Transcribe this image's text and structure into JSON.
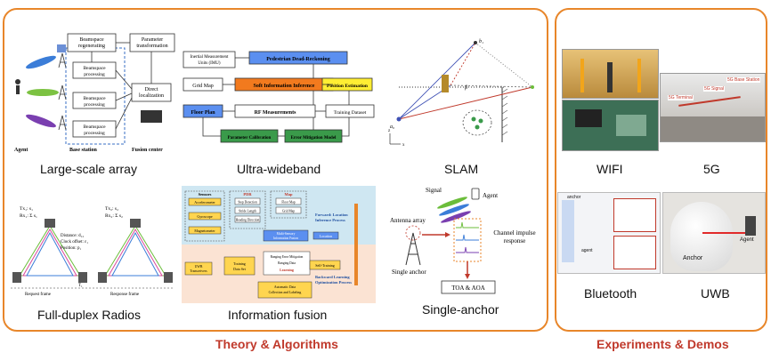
{
  "sections": {
    "theory_title": "Theory & Algorithms",
    "experiments_title": "Experiments & Demos"
  },
  "theory": {
    "large_scale_array": {
      "caption": "Large-scale array",
      "labels": {
        "beamspace_regenerating": [
          "Beamspace",
          "regenerating"
        ],
        "parameter_transformation": [
          "Parameter",
          "transformation"
        ],
        "beamspace_processing": [
          "Beamspace",
          "processing"
        ],
        "direct_localization": [
          "Direct",
          "localization"
        ],
        "agent": "Agent",
        "base_station": "Base station",
        "fusion_center": "Fusion center"
      }
    },
    "ultra_wideband": {
      "caption": "Ultra-wideband",
      "labels": {
        "imu": [
          "Inertial Measurement",
          "Units (IMU)"
        ],
        "pdr": "Pedestrian Dead-Reckoning",
        "grid_map": "Grid Map",
        "soft_info": "Soft Information Inference",
        "position_estimation": "Position Estimation",
        "floor_plan": "Floor Plan",
        "rf_measurements": "RF Measurements",
        "training_dataset": "Training Dataset",
        "parameter_calibration": "Parameter Calibration",
        "error_mitigation": "Error Mitigation Model"
      },
      "colors": {
        "blue": "#5b8ff0",
        "orange": "#f27a1e",
        "yellow": "#ffee33",
        "green": "#3a9a4a"
      }
    },
    "slam": {
      "caption": "SLAM",
      "labels": {
        "beta": "β",
        "b1": "b₁",
        "a0": "a₀",
        "x": "x",
        "y": "y",
        "z": "z"
      }
    },
    "full_duplex": {
      "caption": "Full-duplex Radios",
      "labels": {
        "tx1": "Tx₁: s₁",
        "rx1": "Rx₁: Σ s₁",
        "tx2": "Tx₂: s₂",
        "rx2": "Rx₂: Σ s₂",
        "distance": "Distance: d₁₂",
        "clock_offset": "Clock offset: ε₁",
        "position": "Position: p₁",
        "request_frame": "Request frame",
        "response_frame": "Response frame",
        "t1": "T₁"
      }
    },
    "information_fusion": {
      "caption": "Information fusion",
      "labels": {
        "sensors": "Sensors",
        "pdr": "PDR",
        "map": "Map",
        "accelerometer": "Accelerometer",
        "gyroscope": "Gyroscope",
        "magnetometer": "Magnetometer",
        "step_detection": "Step Detection",
        "stride_length": "Stride Length",
        "heading_direction": "Heading Direction",
        "floor_map": "Floor Map",
        "grid_map": "Grid Map",
        "multi_sensory": [
          "Multi-Sensory",
          "Information Fusion"
        ],
        "location": "Location",
        "forward": [
          "Forward: Location",
          "Inference Process"
        ],
        "uwb": [
          "UWB",
          "Transceivers"
        ],
        "training_data_set": [
          "Training",
          "Data Set"
        ],
        "ranging_error": "Ranging Error Mitigation",
        "ranging_data": "Ranging Data",
        "learning": "Learning",
        "self_training": "Self-Training",
        "backward": [
          "Backward Learning",
          "Optimization Process"
        ],
        "automatic_data": [
          "Automatic Data",
          "Collection and Labeling"
        ]
      }
    },
    "single_anchor": {
      "caption": "Single-anchor",
      "labels": {
        "signal": "Signal",
        "agent": "Agent",
        "antenna_array": "Antenna array",
        "channel_impulse": [
          "Channel impulse",
          "response"
        ],
        "single_anchor": "Single anchor",
        "toa_aoa": "TOA & AOA"
      }
    }
  },
  "experiments": {
    "wifi": {
      "caption": "WIFI"
    },
    "fiveg": {
      "caption": "5G",
      "labels": {
        "terminal": "5G Terminal",
        "signal": "5G Signal",
        "base_station": "5G Base Station"
      }
    },
    "bluetooth": {
      "caption": "Bluetooth",
      "labels": {
        "anchor": "anchor",
        "agent": "agent"
      }
    },
    "uwb": {
      "caption": "UWB",
      "labels": {
        "agent": "Agent",
        "anchor": "Anchor"
      }
    }
  }
}
